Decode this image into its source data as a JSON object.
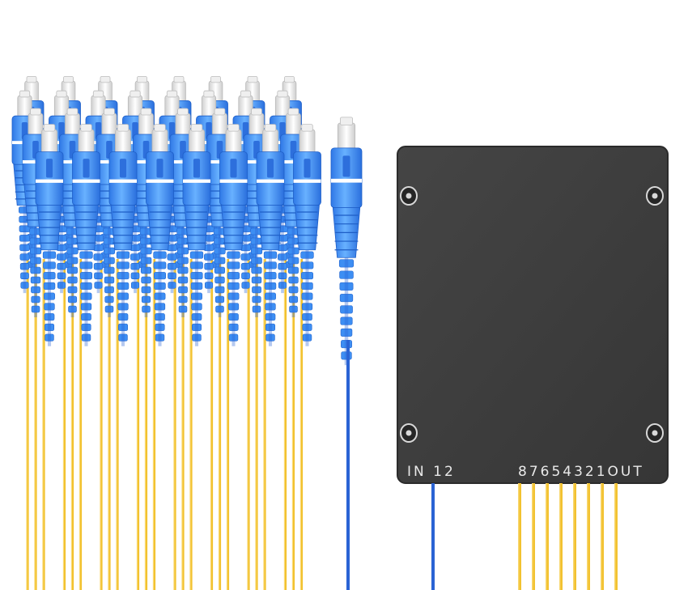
{
  "splitter": {
    "input_label": "IN 12",
    "output_label": "87654321OUT",
    "body_color": "#3f3f3f",
    "fiber_yellow": "#f2c230",
    "fiber_blue": "#2a63d4",
    "output_fiber_count": 8,
    "input_fiber_count": 1
  },
  "connectors": {
    "type": "SC/UPC",
    "boot_color": "#3b8ff0",
    "ferrule_color": "#e8e8e8",
    "rows": 3,
    "per_row": 8,
    "extra_single": 1
  }
}
